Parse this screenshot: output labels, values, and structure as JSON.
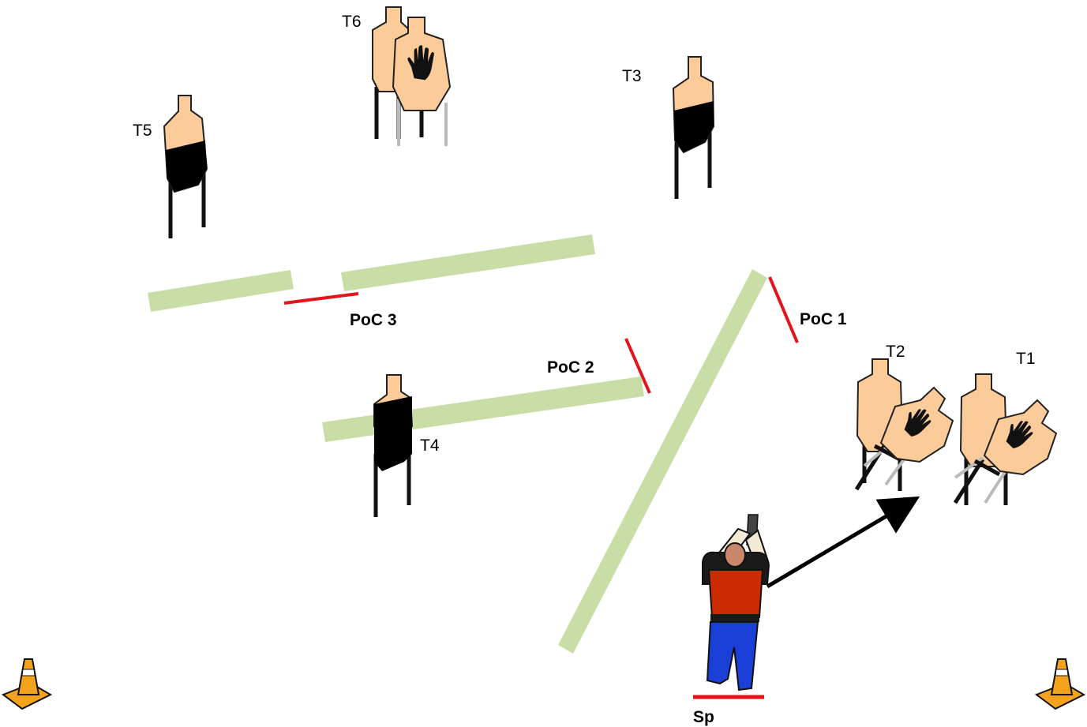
{
  "colors": {
    "wall": "#c9dda6",
    "fault_line": "#e3141b",
    "target_skin": "#fbcb9a",
    "target_outline": "#222222",
    "no_shoot_hand": "#111111",
    "hardcover": "#000000",
    "shooter_vest": "#cc2a00",
    "shooter_pants": "#1a3fd6",
    "cone": "#f4a31c",
    "arrow": "#000000"
  },
  "targets": [
    {
      "label": "T1",
      "icon": "paper-target-with-no-shoot"
    },
    {
      "label": "T2",
      "icon": "paper-target-with-no-shoot"
    },
    {
      "label": "T3",
      "icon": "paper-target-half-hardcover"
    },
    {
      "label": "T4",
      "icon": "paper-target-mostly-hardcover"
    },
    {
      "label": "T5",
      "icon": "paper-target-half-hardcover"
    },
    {
      "label": "T6",
      "icon": "paper-target-with-no-shoot"
    }
  ],
  "points_of_cover": [
    {
      "label": "PoC 1"
    },
    {
      "label": "PoC 2"
    },
    {
      "label": "PoC 3"
    }
  ],
  "start_position": {
    "label": "Sp"
  },
  "icons": [
    "traffic-cone-icon",
    "shooter-icon",
    "direction-arrow-icon"
  ]
}
